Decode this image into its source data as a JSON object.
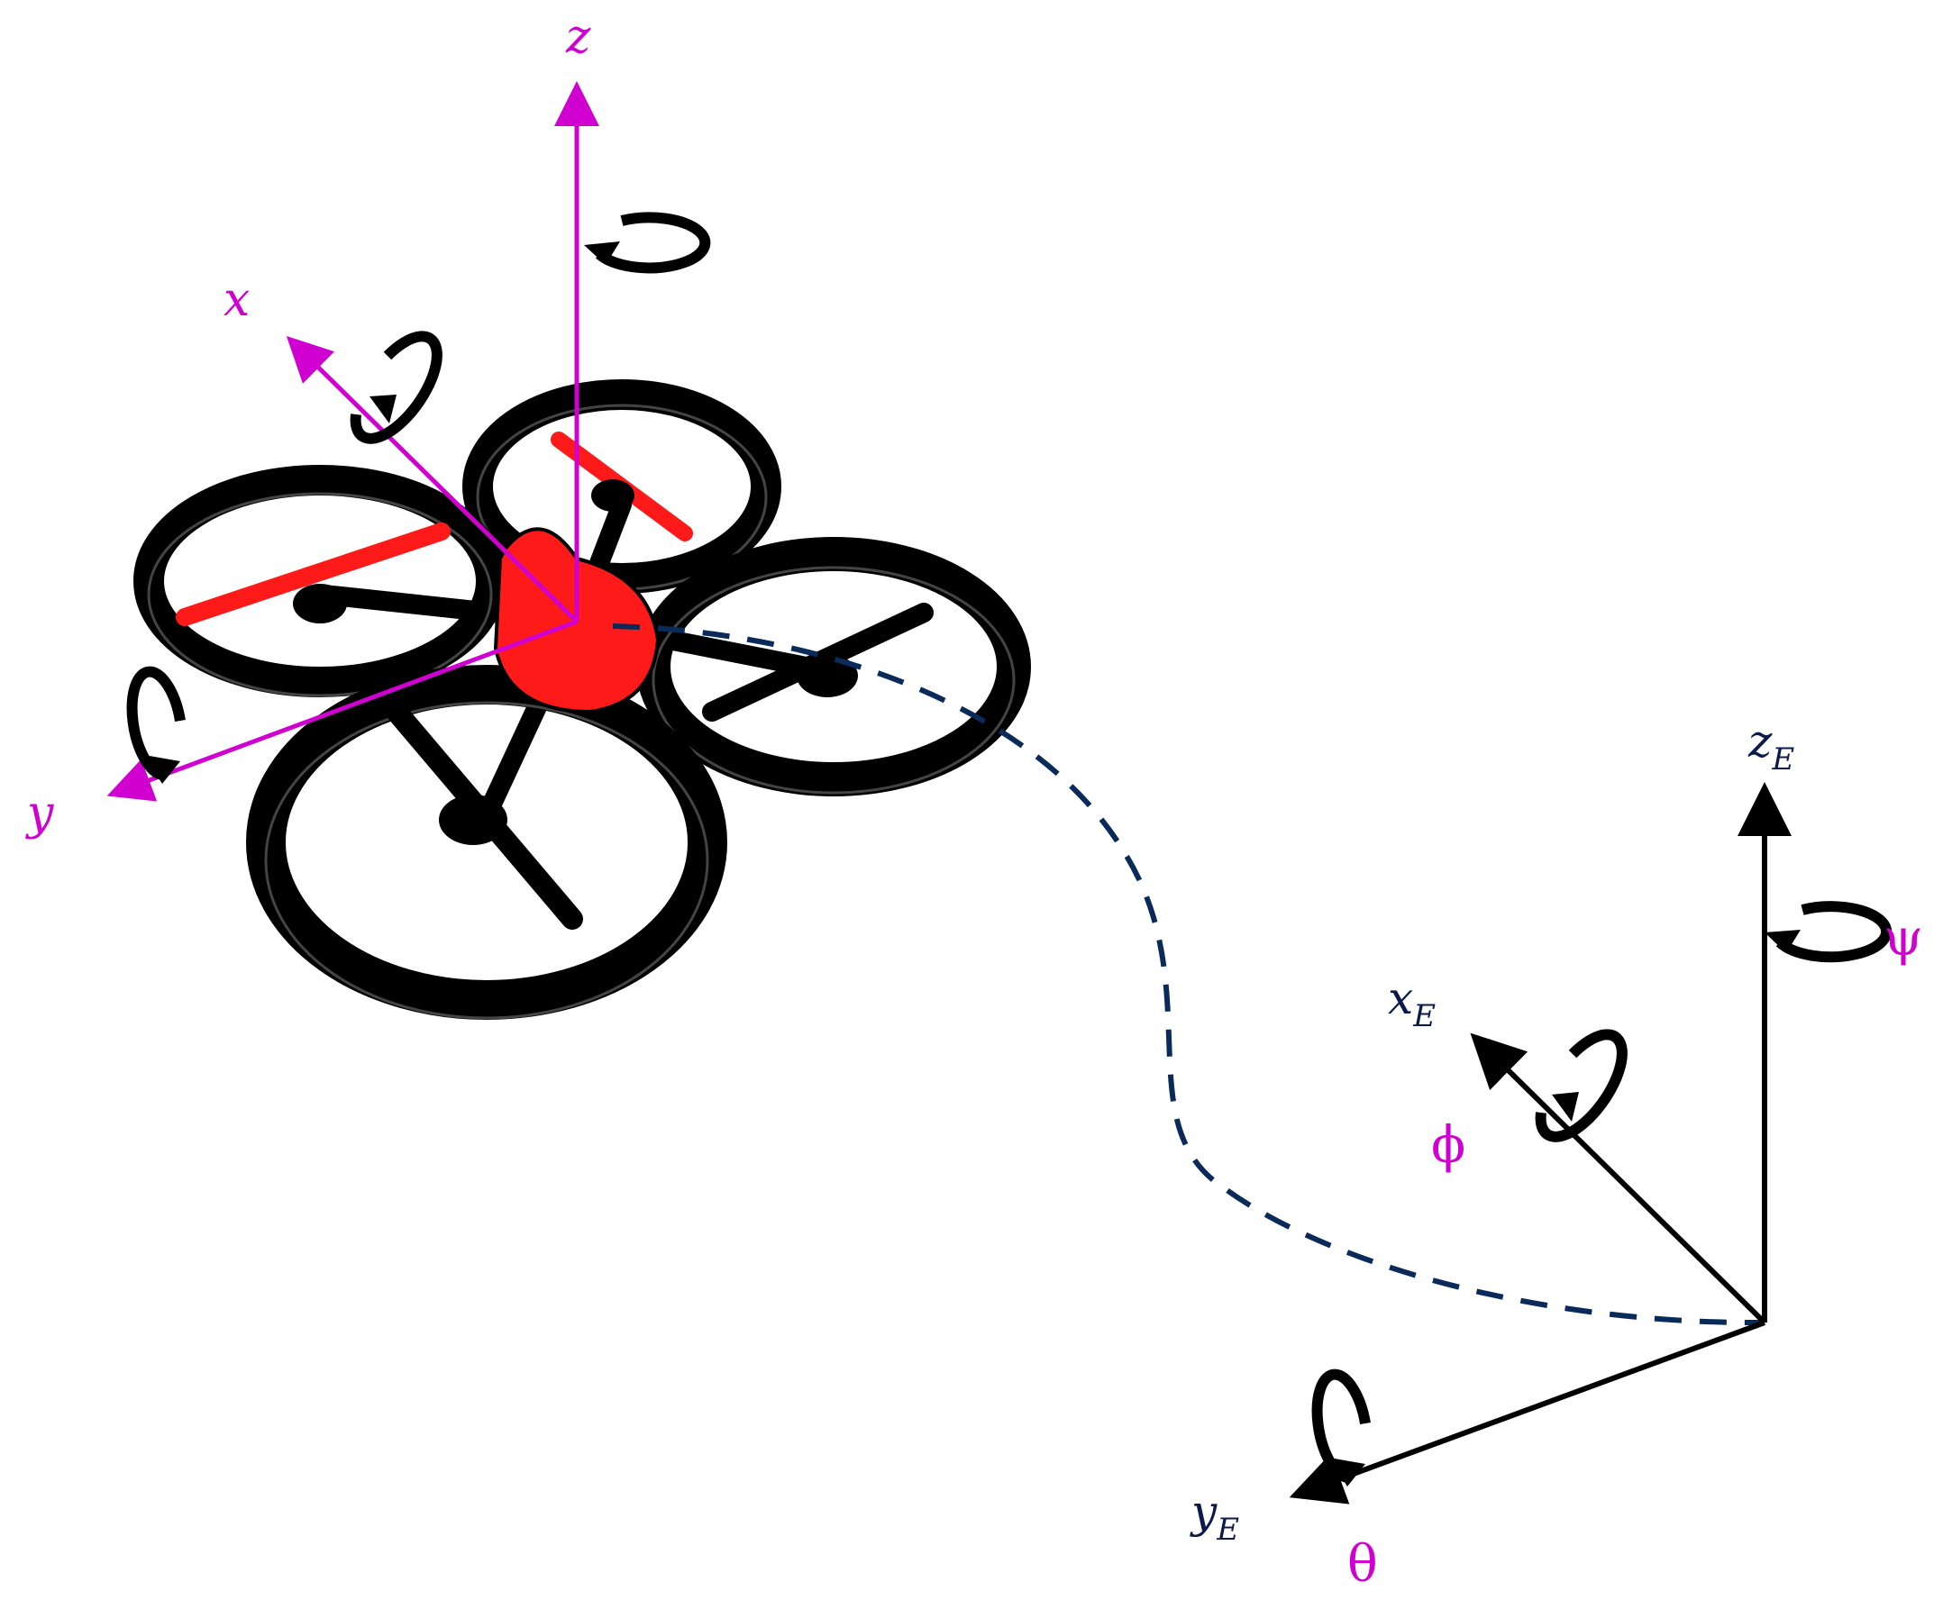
{
  "colors": {
    "body_frame": "#d000d0",
    "earth_frame": "#0a1a4a",
    "drone_body": "#000000",
    "propeller": "#ff1a1a",
    "hub": "#ff1a1a",
    "trajectory": "#0a2a5a",
    "rotation_arrow": "#000000",
    "angle_label": "#d000d0"
  },
  "body_frame": {
    "x_label": "x",
    "y_label": "y",
    "z_label": "z"
  },
  "earth_frame": {
    "x_label": "x",
    "x_sub": "E",
    "y_label": "y",
    "y_sub": "E",
    "z_label": "z",
    "z_sub": "E"
  },
  "angles": {
    "roll": "ϕ",
    "pitch": "θ",
    "yaw": "ψ"
  },
  "icons": {
    "rotation": "rotation-arrow-icon",
    "drone": "quadcopter-icon"
  }
}
